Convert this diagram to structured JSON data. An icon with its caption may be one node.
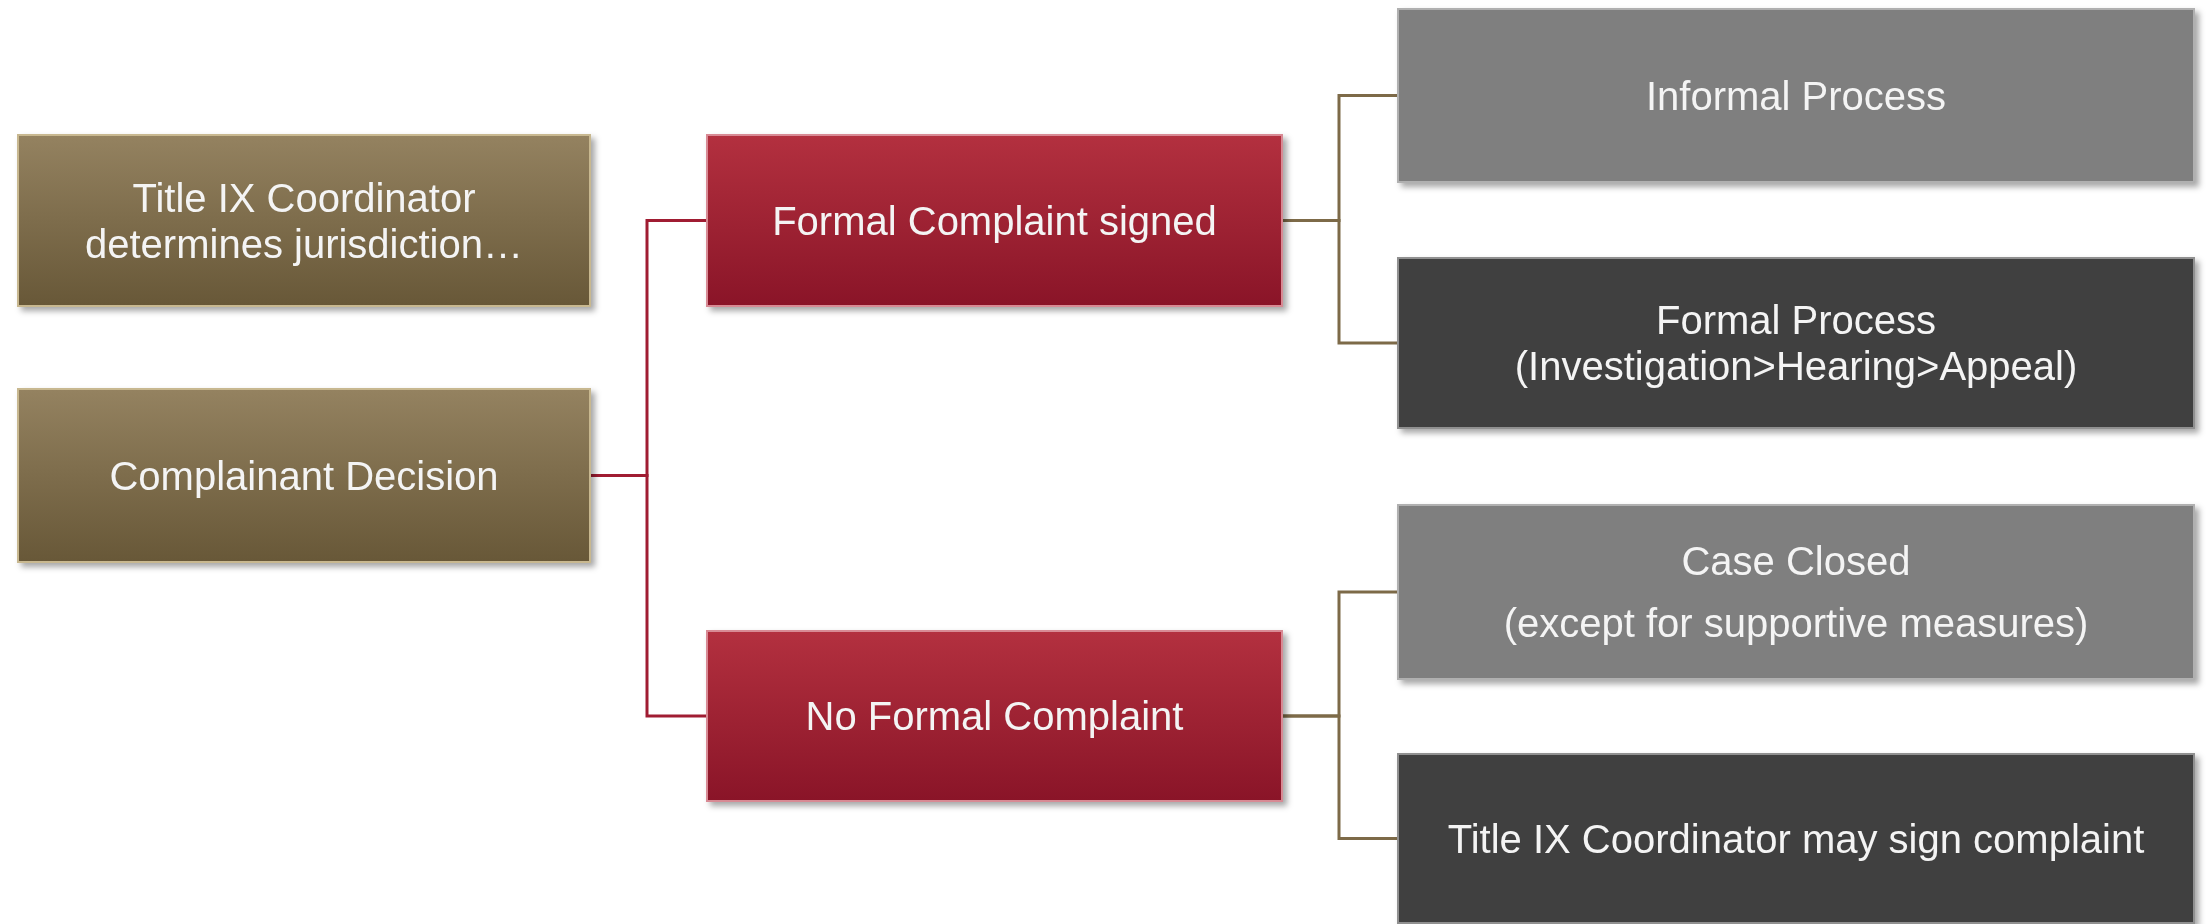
{
  "diagram": {
    "nodes": [
      {
        "text": [
          "Title IX Coordinator determines jurisdiction…"
        ]
      },
      {
        "text": [
          "Complainant Decision"
        ]
      },
      {
        "text": [
          "Formal Complaint signed"
        ]
      },
      {
        "text": [
          "No Formal Complaint"
        ]
      },
      {
        "text": [
          "Informal Process"
        ]
      },
      {
        "text": [
          "Formal Process (Investigation>Hearing>Appeal)"
        ]
      },
      {
        "text": [
          "Case Closed",
          "(except for supportive measures)"
        ]
      },
      {
        "text": [
          "Title IX Coordinator may sign complaint"
        ]
      }
    ],
    "edges": [
      {
        "from": 1,
        "to": 2,
        "arrow": "none",
        "color": "#a01c32"
      },
      {
        "from": 1,
        "to": 3,
        "arrow": "none",
        "color": "#a01c32"
      },
      {
        "from": 2,
        "to": 4,
        "arrow": "none"
      },
      {
        "from": 2,
        "to": 5,
        "arrow": "none"
      },
      {
        "from": 3,
        "to": 6,
        "arrow": "none"
      },
      {
        "from": 3,
        "to": 7,
        "arrow": "none"
      }
    ]
  }
}
